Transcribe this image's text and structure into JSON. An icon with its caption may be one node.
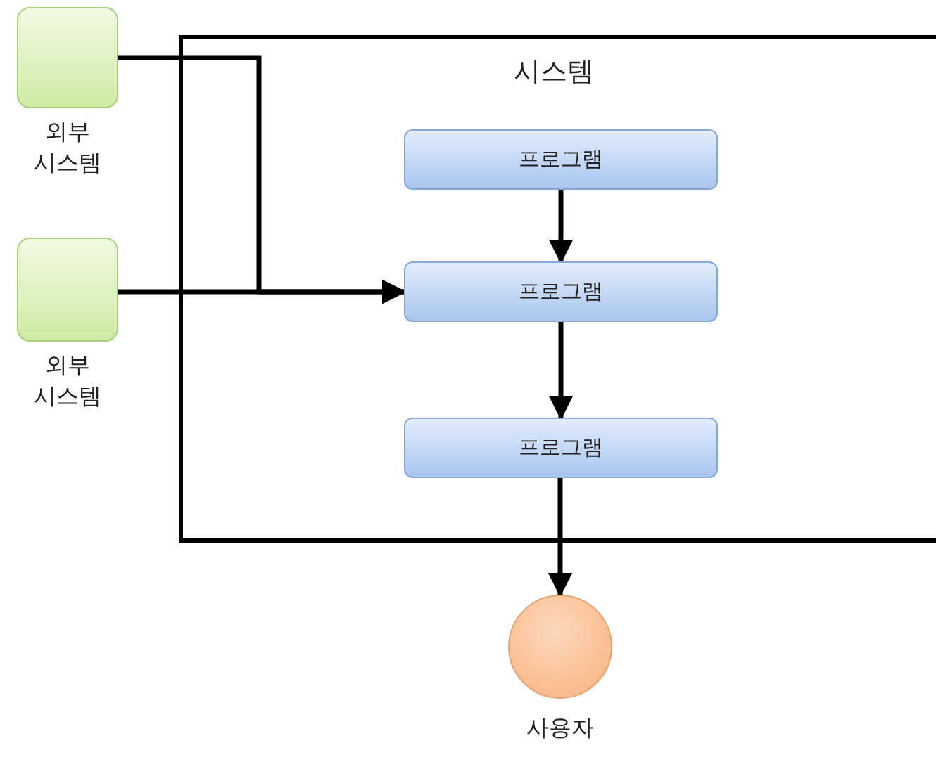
{
  "diagram": {
    "nodes": [
      {
        "text": [
          "시스템"
        ]
      },
      {
        "text": [
          "외부 시스템"
        ]
      },
      {
        "text": [
          "외부 시스템"
        ]
      },
      {
        "text": [
          "프로그램"
        ],
        "in": 0
      },
      {
        "text": [
          "프로그램"
        ],
        "in": 0
      },
      {
        "text": [
          "프로그램"
        ],
        "in": 0
      },
      {
        "text": [
          "사용자"
        ]
      }
    ],
    "edges": [
      {
        "from": 1,
        "to": 4,
        "arrow": "to"
      },
      {
        "from": 2,
        "to": 4,
        "arrow": "to"
      },
      {
        "from": 3,
        "to": 4,
        "arrow": "to"
      },
      {
        "from": 4,
        "to": 5,
        "arrow": "to"
      },
      {
        "from": 5,
        "to": 6,
        "arrow": "to"
      }
    ]
  }
}
